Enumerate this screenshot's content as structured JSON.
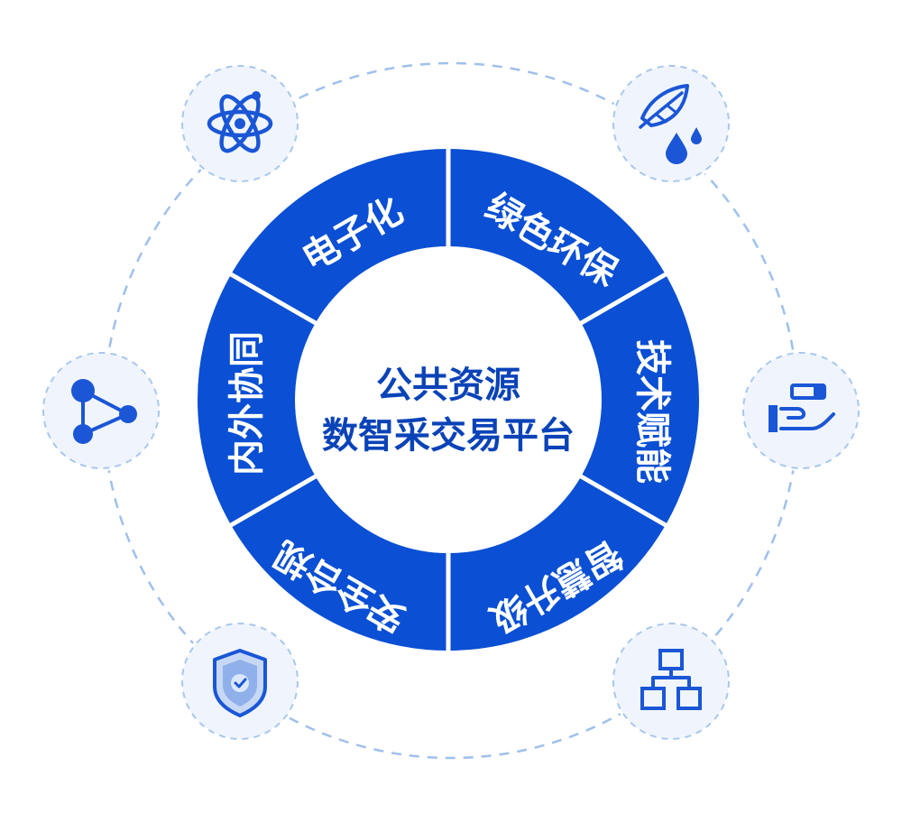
{
  "center": {
    "line1": "公共资源",
    "line2": "数智采交易平台"
  },
  "ring": {
    "segments": [
      {
        "label": "电子化"
      },
      {
        "label": "绿色环保"
      },
      {
        "label": "技术赋能"
      },
      {
        "label": "智慧升级"
      },
      {
        "label": "安全合规"
      },
      {
        "label": "内外协同"
      }
    ]
  },
  "orbit_icons": [
    "atom-icon",
    "leaf-water-icon",
    "hand-card-icon",
    "network-hierarchy-icon",
    "shield-check-icon",
    "share-triangle-icon"
  ],
  "colors": {
    "ring_blue": "#0a4fd4",
    "accent": "#1a56d6",
    "dash": "#9fc0ec",
    "icon_bg": "#f0f5fd"
  }
}
